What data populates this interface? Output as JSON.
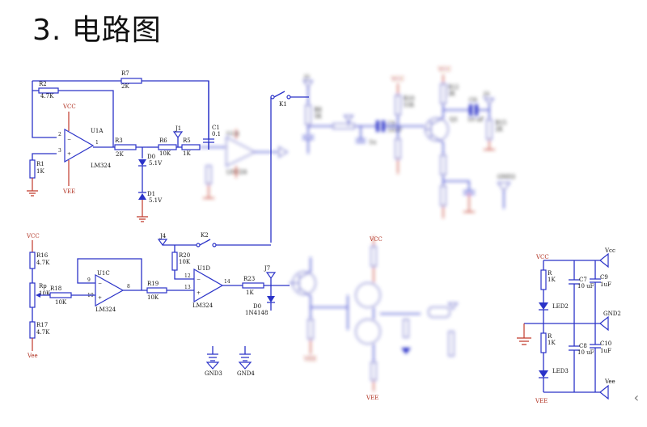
{
  "title": "3. 电路图",
  "labels": {
    "r7": "R7",
    "r7v": "2K",
    "r2": "R2",
    "r2v": "4.7K",
    "vcc1": "VCC",
    "u1a": "U1A",
    "lm1": "LM324",
    "r1": "R1",
    "r1v": "1K",
    "vee1": "VEE",
    "r3": "R3",
    "r3v": "2K",
    "r6": "R6",
    "r6v": "10K",
    "r5": "R5",
    "r5v": "1K",
    "d0": "D0",
    "d0v": "5.1V",
    "d1": "D1",
    "d1v": "5.1V",
    "j1": "J1",
    "c1": "C1",
    "c1v": "0.1",
    "u1b": "U1B",
    "lm2": "LM324",
    "k1": "K1",
    "j2": "J2",
    "r8": "R8",
    "r8v": "5K",
    "c3v": "1u",
    "vcc2": "VCC",
    "r10": "R10",
    "r10v": "51K",
    "c4": "C4",
    "c4v": "10uF",
    "q1": "Q1",
    "vcc3": "VCC",
    "r12": "R12",
    "r12v": "2K",
    "c6": "C6",
    "c6v": "10 uF",
    "j3": "J3",
    "r15": "R15",
    "r15v": "2K",
    "gnd3": "GND3",
    "vcc4": "VCC",
    "r16": "R16",
    "r16v": "4.7K",
    "rp": "Rp",
    "rpv": "10K",
    "r17": "R17",
    "r17v": "4.7K",
    "vee2": "Vee",
    "r18": "R18",
    "r18v": "10K",
    "u1c": "U1C",
    "lm3": "LM324",
    "r19": "R19",
    "r19v": "10K",
    "r20": "R20",
    "r20v": "10K",
    "j4": "J4",
    "k2": "K2",
    "u1d": "U1D",
    "lm4": "LM324",
    "j7": "J7",
    "r23": "R23",
    "r23v": "1K",
    "d0b": "D0",
    "d0bv": "1N4148",
    "gnd3b": "GND3",
    "gnd4": "GND4",
    "vcc5": "VCC",
    "vee3": "VEE",
    "vcc6": "Vcc",
    "led2": "LED2",
    "c7": "C7",
    "c7v": "10 uF",
    "c9": "C9",
    "c9v": "1uF",
    "gnd2": "GND2",
    "r_lo": "R",
    "r_lov": "1K",
    "c8": "C8",
    "c8v": "10 uF",
    "c10": "C10",
    "c10v": "1uF",
    "led3": "LED3",
    "vee4": "Vee",
    "vee5": "VEE"
  }
}
